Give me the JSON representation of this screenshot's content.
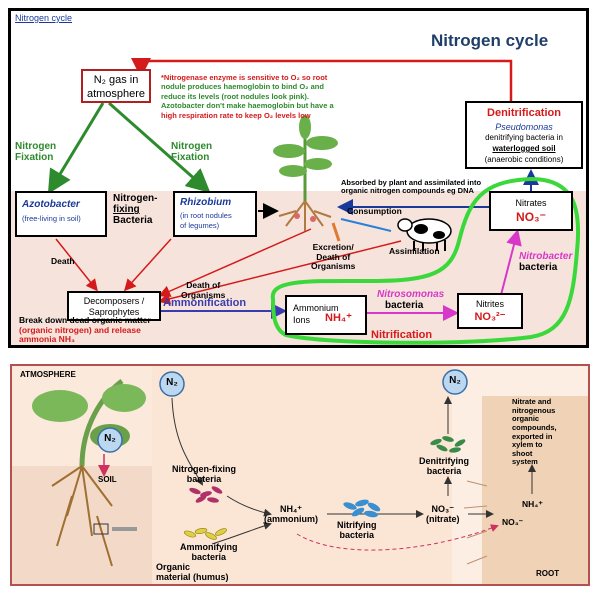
{
  "top": {
    "corner_label": "Nitrogen cycle",
    "title": "Nitrogen cycle",
    "n2_box": {
      "line1": "N₂ gas in",
      "line2": "atmosphere"
    },
    "note": {
      "l1": "*Nitrogenase enzyme is sensitive to O₂ so root",
      "l2": "nodule produces haemoglobin to bind O₂ and",
      "l3": "reduce its levels (root nodules look pink).",
      "l4": "Azotobacter don't make haemoglobin but have a",
      "l5": "high respiration rate to keep O₂ levels low"
    },
    "denitrification": {
      "title": "Denitrification",
      "genus": "Pseudomonas",
      "l1": "denitrifying bacteria in",
      "l2": "waterlogged soil",
      "l3": "(anaerobic conditions)"
    },
    "fixation_left": {
      "l1": "Nitrogen",
      "l2": "Fixation"
    },
    "fixation_right": {
      "l1": "Nitrogen",
      "l2": "Fixation"
    },
    "azotobacter": {
      "name": "Azotobacter",
      "desc": "(free-living in soil)"
    },
    "nitrogen_fixing": {
      "l1": "Nitrogen-",
      "l2": "fixing",
      "l3": "Bacteria"
    },
    "rhizobium": {
      "name": "Rhizobium",
      "l1": "(in root nodules",
      "l2": "of legumes)"
    },
    "absorbed": {
      "l1": "Absorbed by plant and assimilated into",
      "l2": "organic nitrogen compounds eg DNA"
    },
    "consumption": "Consumption",
    "assimilation": "Assimilation",
    "nitrates": {
      "label": "Nitrates",
      "formula": "NO₃⁻"
    },
    "death": "Death",
    "death_of_organisms": {
      "l1": "Death of",
      "l2": "Organisms"
    },
    "excretion": {
      "l1": "Excretion/",
      "l2": "Death of",
      "l3": "Organisms"
    },
    "nitrobacter": {
      "genus": "Nitrobacter",
      "word": "bacteria"
    },
    "decomposers": {
      "l1": "Decomposers /",
      "l2": "Saprophytes"
    },
    "ammonification": "Ammonification",
    "ammonium": {
      "l1": "Ammonium",
      "l2": "Ions",
      "formula": "NH₄⁺"
    },
    "nitrosomonas": {
      "genus": "Nitrosomonas",
      "word": "bacteria"
    },
    "nitrites": {
      "label": "Nitrites",
      "formula": "NO₃²⁻"
    },
    "breakdown": {
      "l1": "Break down dead organic matter",
      "l2": "(organic nitrogen) and release",
      "l3": "ammonia NH₃"
    },
    "nitrification": "Nitrification"
  },
  "bottom": {
    "atmosphere": "ATMOSPHERE",
    "n2_left": "N₂",
    "n2_mid": "N₂",
    "n2_right": "N₂",
    "soil": "SOIL",
    "nitrogen_fixing": {
      "l1": "Nitrogen-fixing",
      "l2": "bacteria"
    },
    "denitrifying": {
      "l1": "Denitrifying",
      "l2": "bacteria"
    },
    "ammonium": {
      "l1": "NH₄⁺",
      "l2": "(ammonium)"
    },
    "nitrifying": {
      "l1": "Nitrifying",
      "l2": "bacteria"
    },
    "nitrate": {
      "l1": "NO₃⁻",
      "l2": "(nitrate)"
    },
    "ammonifying": {
      "l1": "Ammonifying",
      "l2": "bacteria"
    },
    "organic": {
      "l1": "Organic",
      "l2": "material (humus)"
    },
    "root_note": {
      "l1": "Nitrate and",
      "l2": "nitrogenous",
      "l3": "organic",
      "l4": "compounds,",
      "l5": "exported in",
      "l6": "xylem to",
      "l7": "shoot",
      "l8": "system"
    },
    "root_nh4": "NH₄⁺",
    "root_no3": "NO₃⁻",
    "root": "ROOT"
  }
}
